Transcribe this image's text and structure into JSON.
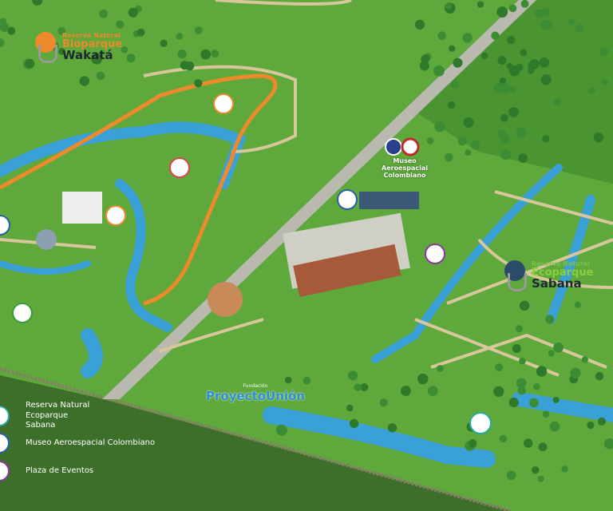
{
  "logos": {
    "wakata": {
      "line1": "Reserva Natural",
      "line2": "Bioparque",
      "line3": "Wakatá"
    },
    "sabana": {
      "line1": "Reserva Natural",
      "line2": "Ecoparque",
      "line3": "Sabana"
    },
    "proyecto_union": {
      "line1": "Fundación",
      "line2": "ProyectoUnión"
    }
  },
  "map_labels": {
    "museo": "Museo Aeroespacial Colombiano"
  },
  "legend": [
    {
      "label": "Reserva Natural Ecoparque Sabana",
      "color": "#2aa7a0",
      "icon": "duck-icon"
    },
    {
      "label": "Museo Aeroespacial Colombiano",
      "color": "#2b5ea8",
      "icon": "airplane-icon"
    },
    {
      "label": "Plaza de Eventos",
      "color": "#8a3a9c",
      "icon": "stage-icon"
    }
  ],
  "colors": {
    "grass": "#5ea83c",
    "dark_grass": "#3e6f2a",
    "water": "#3aa0d8",
    "road": "#b9b9b0",
    "path": "#d8c79a",
    "orange": "#ec8a2c"
  }
}
